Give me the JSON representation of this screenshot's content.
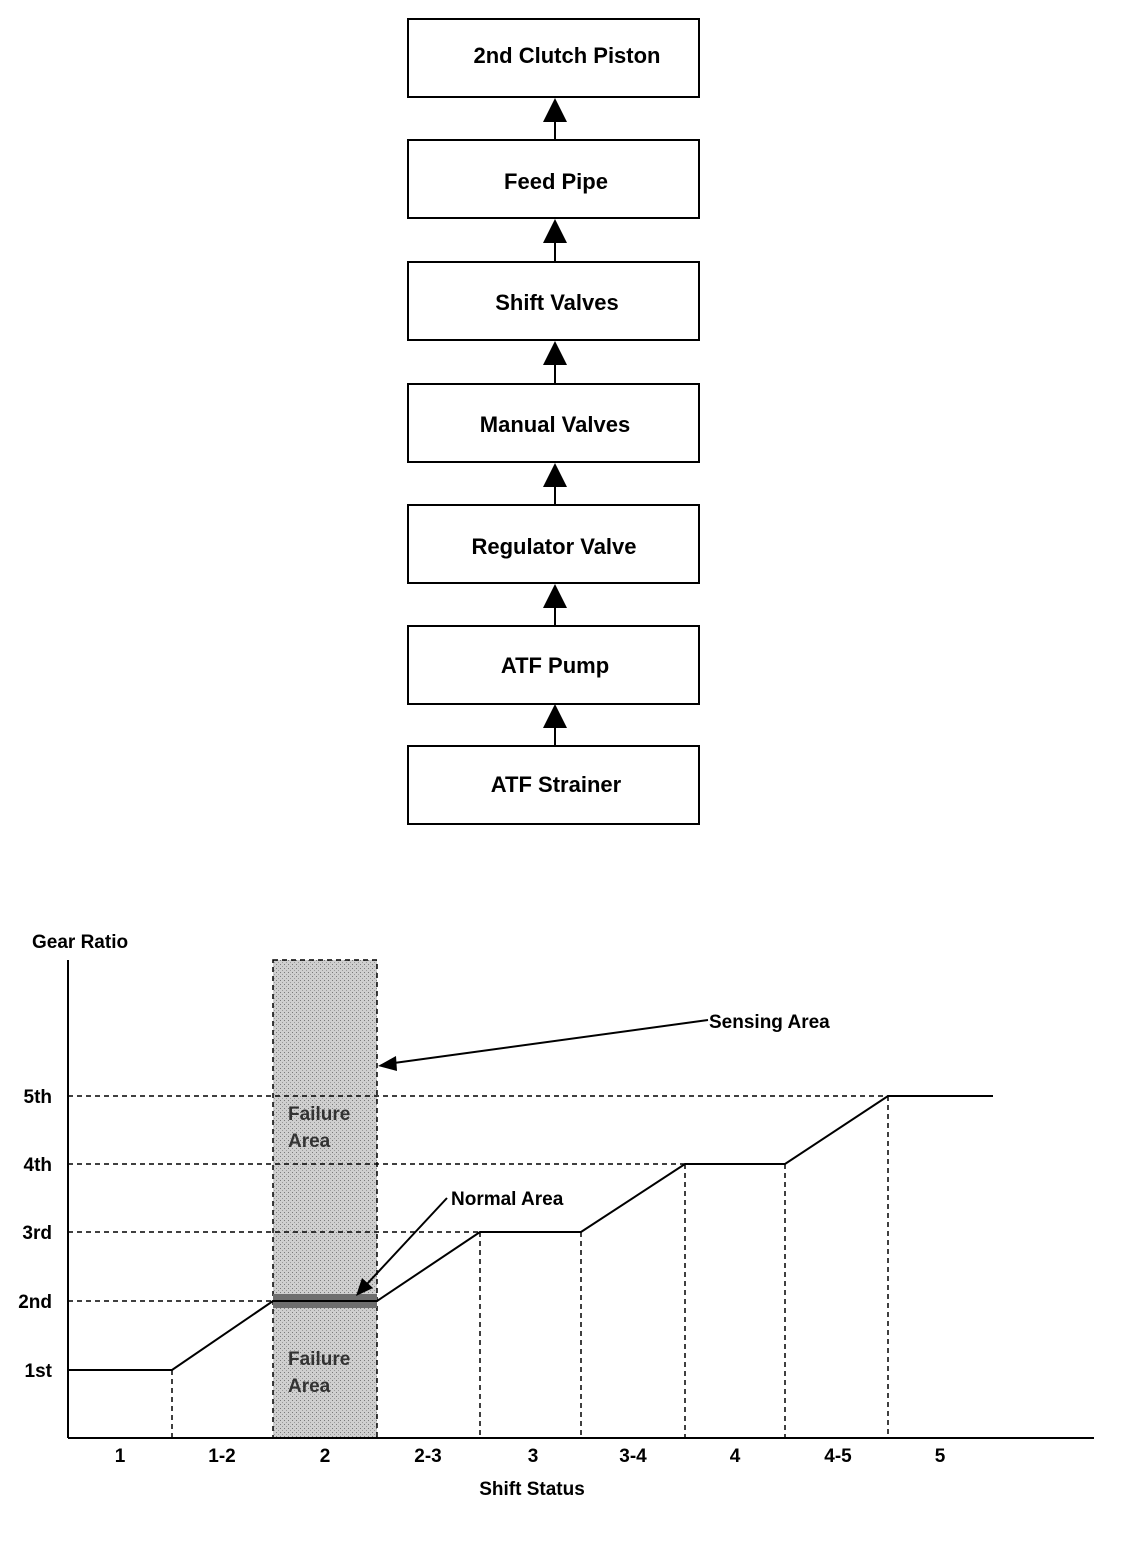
{
  "flow": {
    "blocks": [
      "2nd Clutch Piston",
      "Feed Pipe",
      "Shift Valves",
      "Manual Valves",
      "Regulator Valve",
      "ATF Pump",
      "ATF Strainer"
    ]
  },
  "graph": {
    "y_axis_label": "Gear Ratio",
    "x_axis_label": "Shift Status",
    "y_ticks": [
      "1st",
      "2nd",
      "3rd",
      "4th",
      "5th"
    ],
    "x_ticks": [
      "1",
      "1-2",
      "2",
      "2-3",
      "3",
      "3-4",
      "4",
      "4-5",
      "5"
    ],
    "annotations": {
      "sensing_area": "Sensing Area",
      "normal_area": "Normal Area",
      "failure_area_upper": [
        "Failure",
        "Area"
      ],
      "failure_area_lower": [
        "Failure",
        "Area"
      ]
    },
    "colors": {
      "shade": "#c8c8c8",
      "line": "#000000"
    }
  }
}
